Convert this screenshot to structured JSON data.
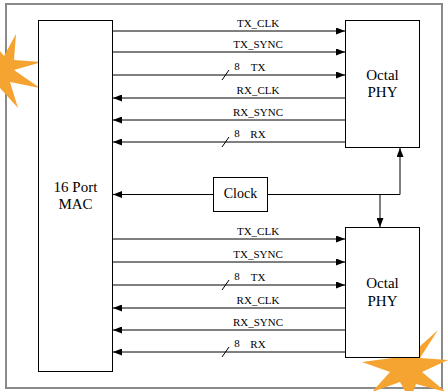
{
  "diagram": {
    "nodes": [
      {
        "text": [
          "16 Port MAC"
        ]
      },
      {
        "text": [
          "Octal PHY"
        ]
      },
      {
        "text": [
          "Clock"
        ]
      },
      {
        "text": [
          "Octal PHY"
        ]
      }
    ],
    "edges": [
      {
        "from": 0,
        "to": 1,
        "label": "TX_CLK",
        "arrow": "to"
      },
      {
        "from": 0,
        "to": 1,
        "label": "TX_SYNC",
        "arrow": "to"
      },
      {
        "from": 0,
        "to": 1,
        "label": "TX",
        "arrow": "to"
      },
      {
        "from": 1,
        "to": 0,
        "label": "RX_CLK",
        "arrow": "to"
      },
      {
        "from": 1,
        "to": 0,
        "label": "RX_SYNC",
        "arrow": "to"
      },
      {
        "from": 1,
        "to": 0,
        "label": "RX",
        "arrow": "to"
      },
      {
        "from": 0,
        "to": 3,
        "label": "TX_CLK",
        "arrow": "to"
      },
      {
        "from": 0,
        "to": 3,
        "label": "TX_SYNC",
        "arrow": "to"
      },
      {
        "from": 0,
        "to": 3,
        "label": "TX",
        "arrow": "to"
      },
      {
        "from": 3,
        "to": 0,
        "label": "RX_CLK",
        "arrow": "to"
      },
      {
        "from": 3,
        "to": 0,
        "label": "RX_SYNC",
        "arrow": "to"
      },
      {
        "from": 3,
        "to": 0,
        "label": "RX",
        "arrow": "to"
      },
      {
        "from": 2,
        "to": 0,
        "arrow": "to"
      },
      {
        "from": 2,
        "to": 1,
        "arrow": "to"
      },
      {
        "from": 2,
        "to": 3,
        "arrow": "to"
      }
    ],
    "labels": [
      "8",
      "8",
      "8",
      "8"
    ]
  }
}
